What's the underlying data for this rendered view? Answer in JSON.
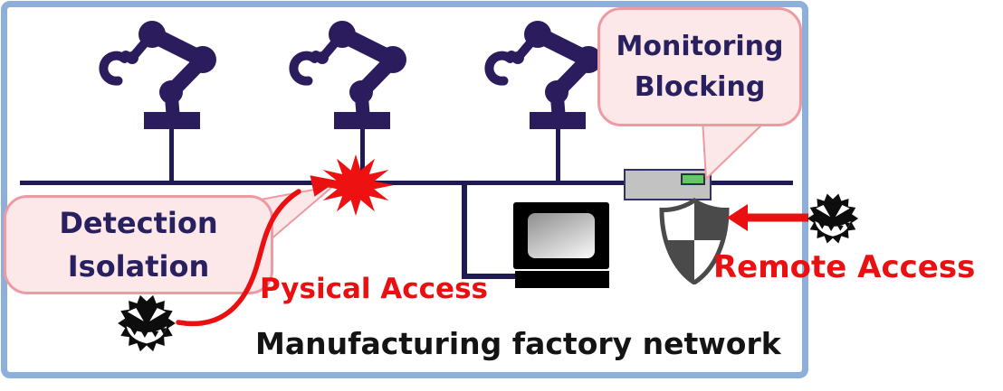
{
  "diagram": {
    "caption": "Manufacturing factory network",
    "callouts": {
      "monitoring": {
        "line1": "Monitoring",
        "line2": "Blocking"
      },
      "detection": {
        "line1": "Detection",
        "line2": "Isolation"
      }
    },
    "attack_labels": {
      "physical": "Pysical Access",
      "remote": "Remote Access"
    },
    "icons": {
      "robot_arm_icon_count": 3,
      "malware_icon_count": 2,
      "shield_icon_count": 1,
      "network_appliance_icon": "gray box with green LED",
      "workstation_icon": "monitor with keyboard",
      "impact_starburst_icon": "red explosion on network bus"
    },
    "colors": {
      "frame_blue": "#8fafdb",
      "robot_navy": "#2b1c5d",
      "bus_line_navy": "#201a52",
      "alert_red": "#ea0f10",
      "callout_fill": "#fce8e9",
      "callout_border": "#ee9aa2",
      "callout_text": "#29215f",
      "device_gray": "#c2c2c2",
      "led_green": "#62c862",
      "shield_dark": "#4a4a4a",
      "caption_text": "#141414"
    }
  }
}
